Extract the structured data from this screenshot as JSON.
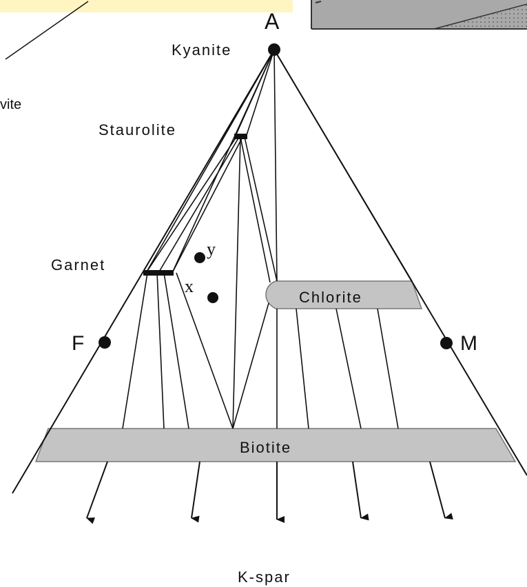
{
  "apex_label": "A",
  "minerals": {
    "kyanite": "Kyanite",
    "staurolite": "Staurolite",
    "garnet": "Garnet",
    "chlorite": "Chlorite",
    "biotite": "Biotite",
    "kspar": "K-spar"
  },
  "points": {
    "f": "F",
    "m": "M",
    "x": "x",
    "y": "y"
  },
  "fragment_text": "vite",
  "colors": {
    "band_fill": "#c4c4c4",
    "note_fill": "#fff5c2",
    "inset_fill": "#a9a9a9"
  }
}
